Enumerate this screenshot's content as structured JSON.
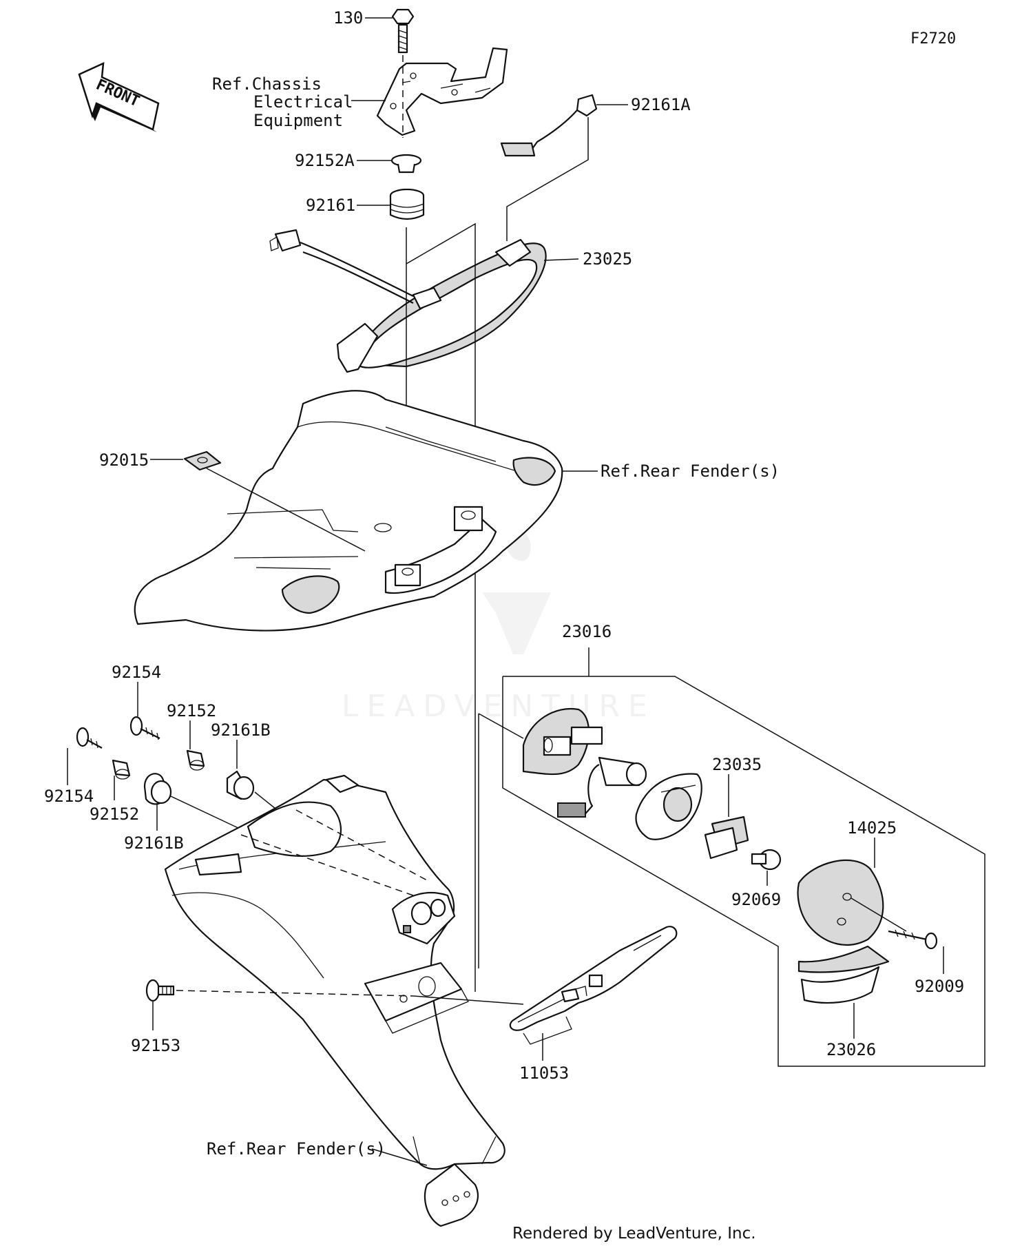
{
  "figure_code": "F2720",
  "front_arrow_text": "FRONT",
  "watermark": "LEADVENTURE",
  "credit": "Rendered by LeadVenture, Inc.",
  "labels": {
    "p130": "130",
    "ref_chassis_1": "Ref.Chassis",
    "ref_chassis_2": "Electrical",
    "ref_chassis_3": "Equipment",
    "p92161A": "92161A",
    "p92152A": "92152A",
    "p92161": "92161",
    "p23025": "23025",
    "p92015": "92015",
    "ref_rear_fender_top": "Ref.Rear Fender(s)",
    "p23016": "23016",
    "p92154_top": "92154",
    "p92152_top": "92152",
    "p92161B_top": "92161B",
    "p92154_bottom": "92154",
    "p92152_bottom": "92152",
    "p92161B_bottom": "92161B",
    "p23035": "23035",
    "p14025": "14025",
    "p92069": "92069",
    "p92009": "92009",
    "p23026": "23026",
    "p92153": "92153",
    "p11053": "11053",
    "ref_rear_fender_bottom": "Ref.Rear Fender(s)"
  },
  "icons": [
    "front-arrow-icon",
    "leadventure-logo-icon"
  ]
}
